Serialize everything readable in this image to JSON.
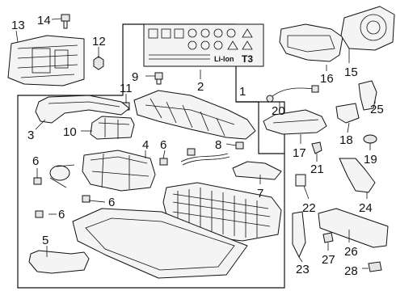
{
  "callouts": [
    {
      "id": "1",
      "text": "1"
    },
    {
      "id": "2",
      "text": "2"
    },
    {
      "id": "3",
      "text": "3"
    },
    {
      "id": "4",
      "text": "4"
    },
    {
      "id": "5",
      "text": "5"
    },
    {
      "id": "6a",
      "text": "6"
    },
    {
      "id": "6b",
      "text": "6"
    },
    {
      "id": "6c",
      "text": "6"
    },
    {
      "id": "6d",
      "text": "6"
    },
    {
      "id": "7",
      "text": "7"
    },
    {
      "id": "8",
      "text": "8"
    },
    {
      "id": "9",
      "text": "9"
    },
    {
      "id": "10",
      "text": "10"
    },
    {
      "id": "11",
      "text": "11"
    },
    {
      "id": "12",
      "text": "12"
    },
    {
      "id": "13",
      "text": "13"
    },
    {
      "id": "14",
      "text": "14"
    },
    {
      "id": "15",
      "text": "15"
    },
    {
      "id": "16",
      "text": "16"
    },
    {
      "id": "17",
      "text": "17"
    },
    {
      "id": "18",
      "text": "18"
    },
    {
      "id": "19",
      "text": "19"
    },
    {
      "id": "20",
      "text": "20"
    },
    {
      "id": "21",
      "text": "21"
    },
    {
      "id": "22",
      "text": "22"
    },
    {
      "id": "23",
      "text": "23"
    },
    {
      "id": "24",
      "text": "24"
    },
    {
      "id": "25",
      "text": "25"
    },
    {
      "id": "26",
      "text": "26"
    },
    {
      "id": "27",
      "text": "27"
    },
    {
      "id": "28",
      "text": "28"
    }
  ],
  "label_sheet": {
    "li_ion_text": "Li-Ion",
    "code_text": "T3"
  }
}
